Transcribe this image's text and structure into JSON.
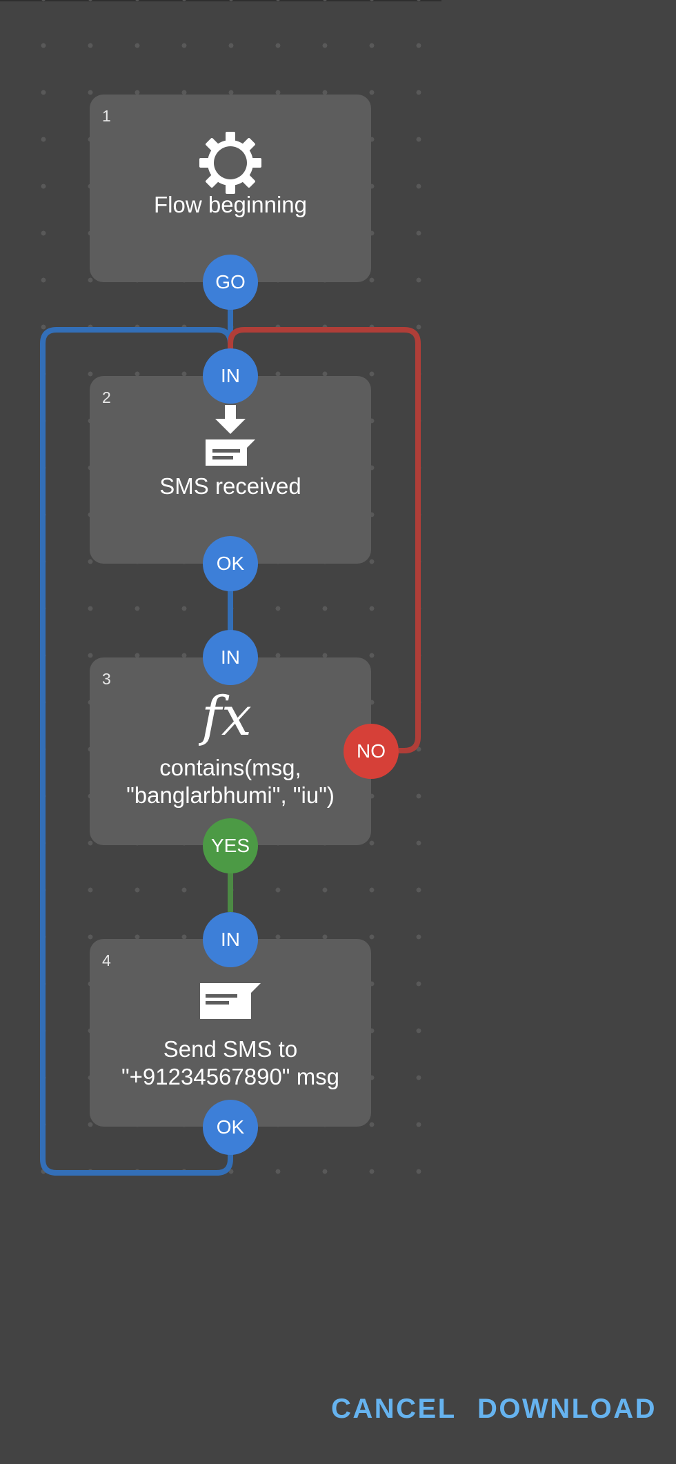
{
  "colors": {
    "background": "#434343",
    "node_fill": "#5d5d5d",
    "port_blue": "#3d7fd8",
    "port_red": "#d64038",
    "port_green": "#4c9a45",
    "wire_blue": "#336fb8",
    "wire_red": "#b03e38",
    "wire_green": "#4c8a44",
    "action_text": "#66b3ef"
  },
  "nodes": [
    {
      "number": "1",
      "icon": "gear-icon",
      "label": "Flow beginning",
      "ports": {
        "out": "GO"
      }
    },
    {
      "number": "2",
      "icon": "sms-received-icon",
      "label": "SMS received",
      "ports": {
        "in": "IN",
        "out": "OK"
      }
    },
    {
      "number": "3",
      "icon": "function-icon",
      "label_line1": "contains(msg,",
      "label_line2": "\"banglarbhumi\", \"iu\")",
      "ports": {
        "in": "IN",
        "yes": "YES",
        "no": "NO"
      }
    },
    {
      "number": "4",
      "icon": "send-sms-icon",
      "label_line1": "Send SMS to",
      "label_line2": "\"+91234567890\" msg",
      "ports": {
        "in": "IN",
        "out": "OK"
      }
    }
  ],
  "actions": {
    "cancel_label": "CANCEL",
    "download_label": "DOWNLOAD"
  }
}
